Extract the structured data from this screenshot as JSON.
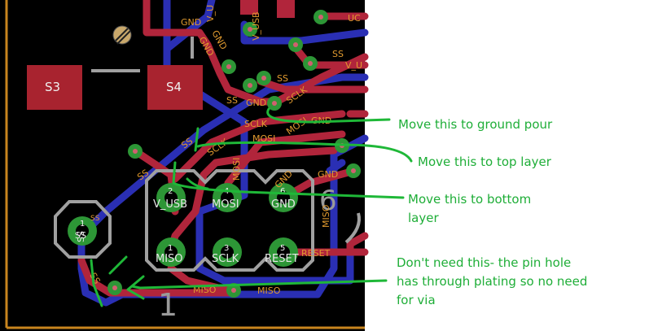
{
  "annotations": [
    {
      "lines": [
        "Move this to ground pour"
      ]
    },
    {
      "lines": [
        "Move this to top layer"
      ]
    },
    {
      "lines": [
        "Move this to bottom",
        "layer"
      ]
    },
    {
      "lines": [
        "Don't need this- the pin hole",
        "has through plating so no need",
        "for via"
      ]
    }
  ],
  "switches": [
    {
      "label": "S3"
    },
    {
      "label": "S4"
    }
  ],
  "header_pins": [
    {
      "num": "2",
      "label": "V_USB"
    },
    {
      "num": "4",
      "label": "MOSI"
    },
    {
      "num": "6",
      "label": "GND"
    },
    {
      "num": "1",
      "label": "MISO"
    },
    {
      "num": "3",
      "label": "SCLK"
    },
    {
      "num": "5",
      "label": "RESET"
    }
  ],
  "jumper": {
    "num": "1",
    "label": "SS"
  },
  "silk_text": {
    "big_one": "1",
    "big_six": "6"
  },
  "net_labels": {
    "gnd_top": "GND",
    "v_u": "V_U",
    "gnd_v1": "GND",
    "gnd_v2": "GND",
    "vusb_v": "V_USB",
    "uc": "UC",
    "ss1": "SS",
    "v_u2": "V_U",
    "ss2": "SS",
    "ss3": "SS",
    "gnd_mid": "GND",
    "sclk1": "SCLK",
    "sclk2": "SCLK",
    "mosi1": "MOSI",
    "mosi2": "MOSI",
    "gnd_right": "GND",
    "ss4": "SS",
    "ss5": "SS",
    "sclk3": "SCLK",
    "mosi3": "MOSI",
    "gnd_r2": "GND",
    "gnd_v3": "GND",
    "miso_v": "MISO",
    "reset_t": "RESET",
    "miso1": "MISO",
    "miso2": "MISO",
    "ss_small": "SS",
    "ss6": "SS",
    "ss7": "SS"
  },
  "colors": {
    "board": "#000000",
    "top_copper": "#b1253b",
    "bottom_copper": "#2a2fb4",
    "pad": "#2d9636",
    "silkscreen": "#a0a0a0",
    "annotation": "#1fae38",
    "board_edge": "#c8851e"
  }
}
